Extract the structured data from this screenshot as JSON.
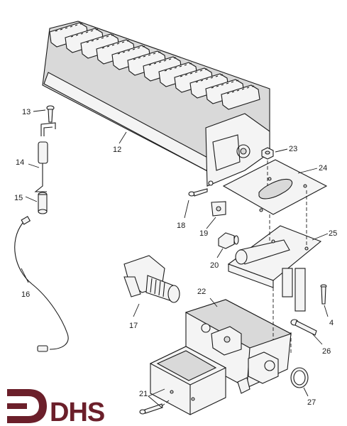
{
  "logo": {
    "text": "DHS",
    "color": "#6b1f2a"
  },
  "callouts": {
    "c4": "4",
    "c12": "12",
    "c13": "13",
    "c14": "14",
    "c15": "15",
    "c16": "16",
    "c17": "17",
    "c18": "18",
    "c19": "19",
    "c20": "20",
    "c21": "21",
    "c22": "22",
    "c23": "23",
    "c24": "24",
    "c25": "25",
    "c26": "26",
    "c27": "27"
  },
  "colors": {
    "ink": "#1a1a1a",
    "paper": "#ffffff"
  }
}
